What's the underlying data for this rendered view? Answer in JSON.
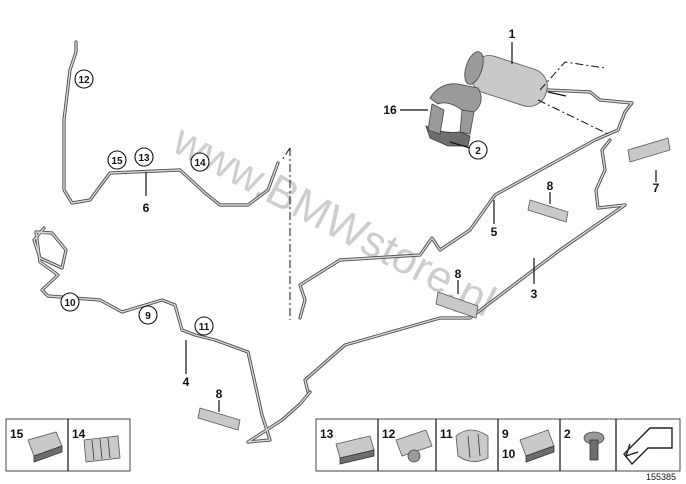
{
  "labels": {
    "l1": "1",
    "l2": "2",
    "l3": "3",
    "l4": "4",
    "l5": "5",
    "l6": "6",
    "l7": "7",
    "l8a": "8",
    "l8b": "8",
    "l8c": "8",
    "l9": "9",
    "l10": "10",
    "l11": "11",
    "l12": "12",
    "l13": "13",
    "l14": "14",
    "l15": "15",
    "l16": "16",
    "c15": "15",
    "c13": "13",
    "c14": "14",
    "c12": "12",
    "c2": "2"
  },
  "legend": {
    "box15": "15",
    "box14": "14",
    "box13": "13",
    "box12": "12",
    "box11": "11",
    "box9": "9",
    "box10": "10",
    "box2": "2"
  },
  "watermark": "www.BMWstore.pl",
  "diagram_code": "155385"
}
